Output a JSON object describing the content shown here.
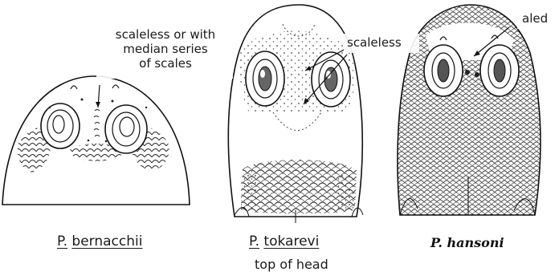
{
  "annotations": {
    "bernacchii_note": [
      "scaleless or with",
      "median series",
      "of scales"
    ],
    "tokarevi_note": "scaleless",
    "hansoni_note_partial": "aled"
  },
  "captions": {
    "bernacchii": {
      "genus": "P.",
      "species": "bernacchii"
    },
    "tokarevi": {
      "genus": "P.",
      "species": "tokarevi"
    },
    "hansoni": "P.  hansoni"
  },
  "footer": "top of head",
  "colors": {
    "ink": "#1a1a1a",
    "paper": "#ffffff"
  }
}
